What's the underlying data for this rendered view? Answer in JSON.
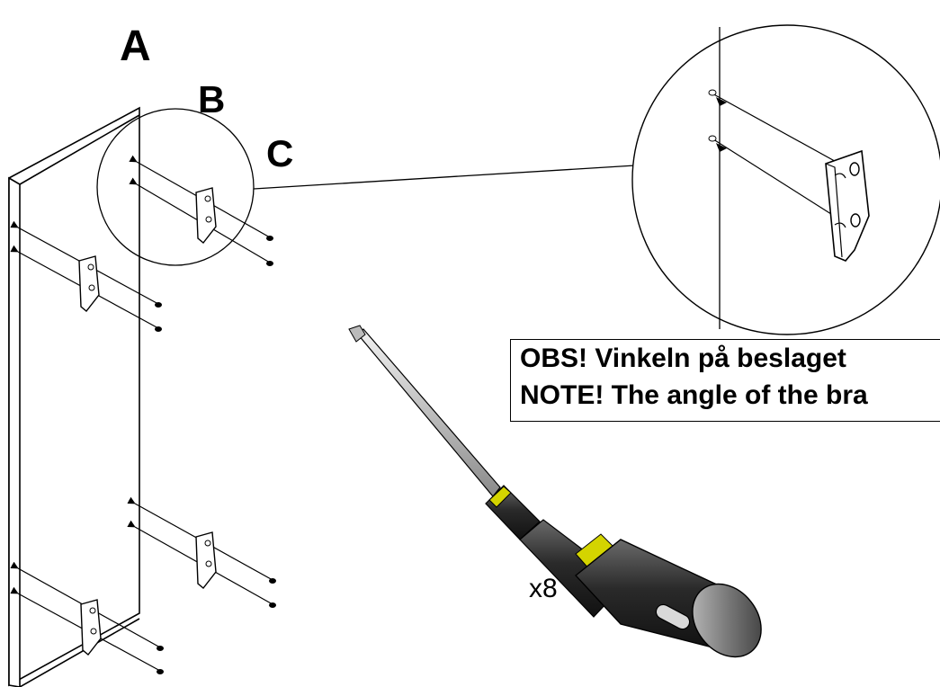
{
  "labels": {
    "panel": "A",
    "bracket": "B",
    "screw": "C"
  },
  "note": {
    "line_sv": "OBS! Vinkeln på beslaget",
    "line_en": "NOTE! The angle of the bra"
  },
  "quantity": "x8",
  "tool": "screwdriver-icon",
  "colors": {
    "line": "#000000",
    "handle": "#2b2b2b",
    "handle_band": "#d4d400",
    "shaft": "#cfcfcf",
    "cap": "#6f6f6f"
  }
}
